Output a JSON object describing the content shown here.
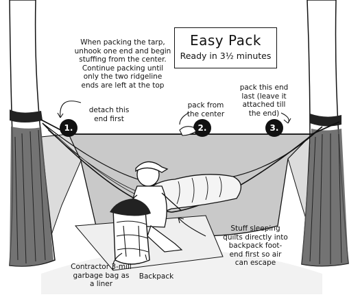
{
  "title_box": {
    "title": "Easy Pack",
    "subtitle": "Ready in 3½ minutes"
  },
  "notes": {
    "intro": "When packing the tarp,\nunhook one end and begin\nstuffing from the center.\nContinue packing until\nonly the two ridgeline\nends are left at the top",
    "detach": "detach this\nend first",
    "pack_center": "pack from\nthe center",
    "pack_last": "pack this end\nlast (leave it\nattached till\nthe end)",
    "stuff_quilts": "Stuff sleeping\nquilts directly into\nbackpack foot-\nend first so air\ncan escape",
    "garbage_bag": "Contractor 3-mill\ngarbage bag as\na liner",
    "backpack": "Backpack"
  },
  "steps": [
    "1.",
    "2.",
    "3."
  ],
  "colors": {
    "ink": "#111111",
    "tarp": "#c9c9c9",
    "tree_shade": "#555555",
    "ground": "#e6e6e6"
  }
}
